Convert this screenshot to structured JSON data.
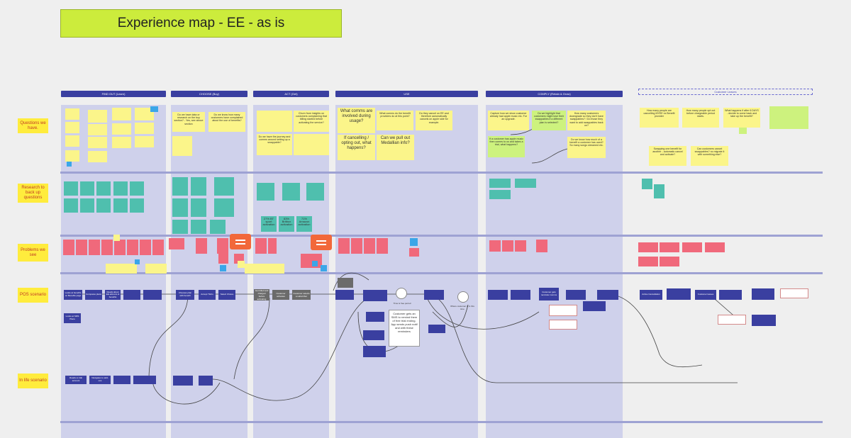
{
  "title": "Experience map - EE - as is",
  "columns": {
    "find_out": "FIND OUT (Learn)",
    "choose": "CHOOSE (Buy)",
    "act": "ACT (Get)",
    "use": "USE",
    "comply": "COMPLY (Retain & Grow)",
    "leave": "Customer Leaves"
  },
  "row_labels": {
    "questions": "Questions we have.",
    "research": "Research to back up questions",
    "problems": "Problems we see",
    "pos": "POS scenario",
    "inlife": "In life scenario"
  },
  "questions": {
    "choose_1": "Do we have data or research on the buy section? - Yes, see above section",
    "choose_2": "Do we know how many customers have complained about the use of benefits?",
    "use_1": "What comms are involved during usage?",
    "use_2": "What comms do the benefit providers do at this point?",
    "use_3": "Do they cancel on EE and therefore automatically cancels on apple side for example.",
    "use_4": "If cancelling / opting out, what happens?",
    "use_5": "Can we pull out Medallian info?",
    "comply_1": "Capture how we show customer already had apple music etc. For an upgrade.",
    "comply_2": "Do we highlight that customers might lose their swappables if a different plan is selected?",
    "comply_3": "How many customers downgrade so they don't have swappables? / Do those they want to add swappables back on?",
    "comply_4": "If a customer has apple music then comes to us and takes a trial, what happens?",
    "comply_5": "Do we know how much of a benefit a customer has used? So many songs streamed etc.",
    "leave_1": "How many people are cancelling MYEE vs Benefit provider",
    "leave_2": "How many people opt out before chargeable period starts.",
    "leave_3": "What happens if after 6 DAYS - decide to come back and take up the benefit?",
    "leave_4": "Swapping one benefit for another - automatic cancel and activate?",
    "leave_5": "Can customers cancel swappables? no migrate it with something else?",
    "act_1": "Do we have the journey and comms around setting up a swappable?",
    "act_2": "Churn from insights on customers complaining that billing started before activating the service?"
  },
  "stats": {
    "s1": "27% BT sport activation",
    "s2": "83% Britbox activation",
    "s3": "71% Amazon activation"
  },
  "flow": {
    "use_note": "Customer gets an SMS to remind them of free trial ending. App sends push notif and with these reminders",
    "time_label": "Time is free period",
    "time_label_2": "Where customer is in this time",
    "find_1": "Looks at benefits on Benefits page",
    "find_2": "Looks at EE Benefits",
    "find_3": "Compares plans",
    "find_4": "Reads about EE add-ons & benefits",
    "find_5": "Looks at SMS Plans",
    "choose_1": "Chooses plan with benefit",
    "choose_2": "Accept T&Cs",
    "choose_3": "Select Choice",
    "act_1": "Get billed and charged before activating",
    "act_2": "Customer activates",
    "act_3": "Customer selects a subscriber",
    "comply_1": "Customer gets reminder comms",
    "leave_1": "Active Cancellation",
    "leave_2": "Customer leaves",
    "inlife_1": "Reads on EE account",
    "inlife_2": "Navigates to add-ons"
  }
}
